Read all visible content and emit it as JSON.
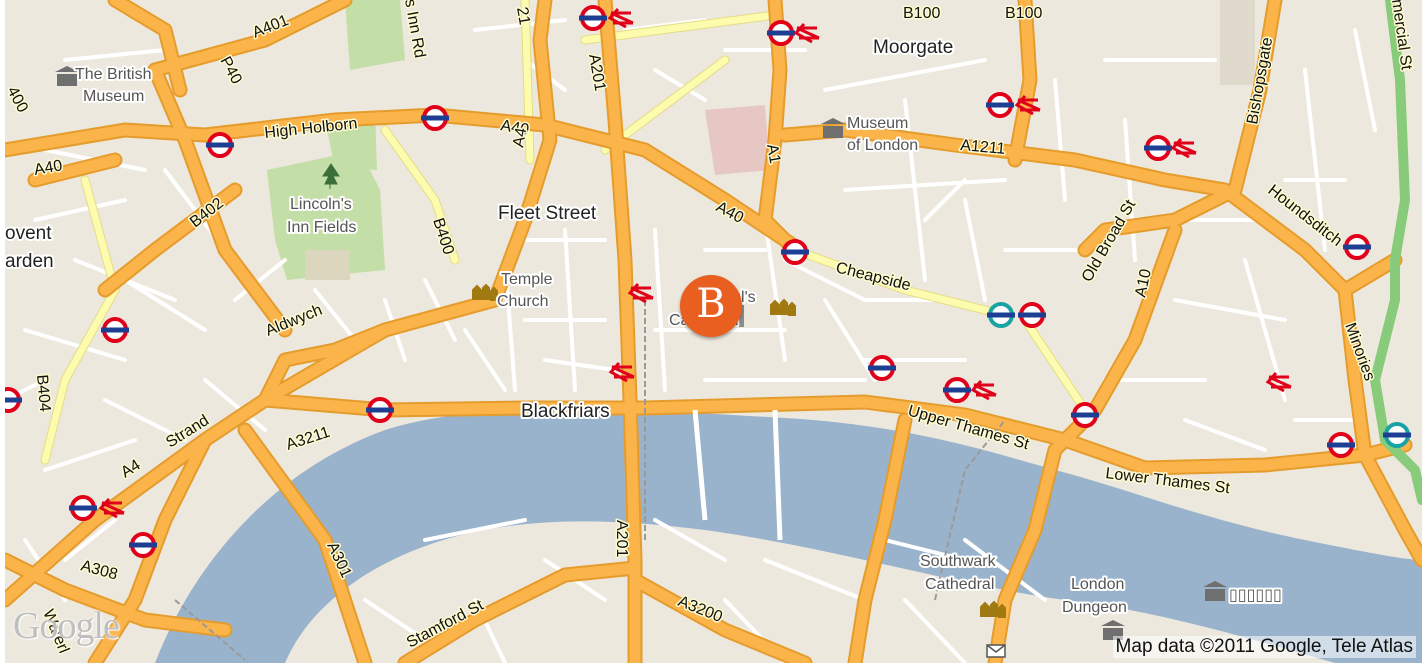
{
  "marker": {
    "letter": "B",
    "color": "#e85f1f"
  },
  "places": {
    "moorgate": "Moorgate",
    "fleet_street": "Fleet Street",
    "blackfriars": "Blackfriars",
    "covent_1": "ovent",
    "covent_2": "arden",
    "british_museum_1": "The British",
    "british_museum_2": "Museum",
    "museum_london_1": "Museum",
    "museum_london_2": "of London",
    "lincolns_1": "Lincoln's",
    "lincolns_2": "Inn Fields",
    "temple_1": "Temple",
    "temple_2": "Church",
    "stpauls_1": "St Paul's",
    "stpauls_2": "Cathedral",
    "southwark_1": "Southwark",
    "southwark_2": "Cathedral",
    "dungeon_1": "London",
    "dungeon_2": "Dungeon",
    "boxes": "▯▯▯▯▯▯"
  },
  "roads": {
    "high_holborn": "High Holborn",
    "a40_left": "A40",
    "a40_top": "A40",
    "a40_mid": "A40",
    "a401": "A401",
    "p40": "P40",
    "a400": "400",
    "b402": "B402",
    "b400": "B400",
    "inn_rd": "s Inn Rd",
    "a21": "21",
    "a201_top": "A201",
    "a4_top": "A4",
    "a1": "A1",
    "b100": "B100",
    "b100b": "B100",
    "a1211": "A1211",
    "cheapside": "Cheapside",
    "old_broad": "Old Broad St",
    "bishopsgate": "Bishopsgate",
    "houndsditch": "Houndsditch",
    "a10": "A10",
    "mercial": "mercial St",
    "minories": "Minories",
    "aldwych": "Aldwych",
    "strand": "Strand",
    "a4_left": "A4",
    "b404": "B404",
    "a3211": "A3211",
    "a308": "A308",
    "a301": "A301",
    "waterloo": "Waterl",
    "stamford": "Stamford St",
    "a201_bottom": "A201",
    "a3200": "A3200",
    "upper_thames": "Upper Thames St",
    "lower_thames": "Lower Thames St"
  },
  "branding": {
    "logo": "Google",
    "attribution": "Map data ©2011 Google, Tele Atlas"
  },
  "colors": {
    "land": "#ede8dd",
    "river": "#99b3cc",
    "major_road": "#fbb44a",
    "road_casing": "#e59c2c",
    "secondary_road": "#fdfbae",
    "minor_road": "#ffffff",
    "park": "#c4dea8",
    "hospital_block": "#e6c7c3",
    "tube_red": "#e1001a",
    "tube_blue": "#1c3f94",
    "dlr_teal": "#1aa3a3",
    "green_route": "#87cb7b"
  }
}
